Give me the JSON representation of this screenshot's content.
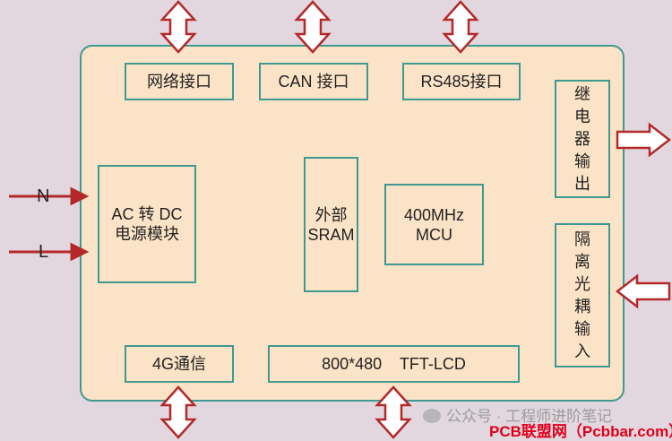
{
  "blocks": {
    "network": "网络接口",
    "can": "CAN 接口",
    "rs485": "RS485接口",
    "ac_dc_line1": "AC 转 DC",
    "ac_dc_line2": "电源模块",
    "sram_line1": "外部",
    "sram_line2": "SRAM",
    "mcu_line1": "400MHz",
    "mcu_line2": "MCU",
    "g4": "4G通信",
    "lcd": "800*480    TFT-LCD",
    "relay": [
      "继",
      "电",
      "器",
      "输",
      "出"
    ],
    "optocoupler": [
      "隔",
      "离",
      "光",
      "耦",
      "输",
      "入"
    ]
  },
  "inputs": {
    "n": "N",
    "l": "L"
  },
  "watermark": {
    "account": "公众号 · 工程师进阶笔记",
    "site": "PCB联盟网（Pcbbar.com）"
  },
  "colors": {
    "background": "#e2d7de",
    "board_fill": "#fbe3c7",
    "border": "#3e9a90",
    "arrow": "#b5282a"
  }
}
